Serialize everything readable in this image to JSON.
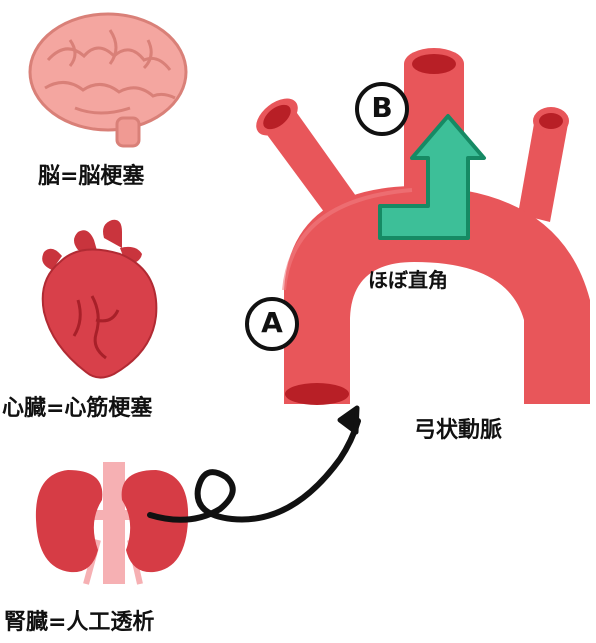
{
  "labels": {
    "brain": "脳=脳梗塞",
    "heart": "心臓=心筋梗塞",
    "kidney": "腎臓=人工透析",
    "aortic_arch": "弓状動脈",
    "right_angle": "ほぼ直角"
  },
  "markers": {
    "a": "A",
    "b": "B"
  },
  "colors": {
    "artery": "#e8565a",
    "artery_dark": "#c62f34",
    "artery_inner": "#b81f26",
    "brain": "#f4a6a0",
    "heart": "#d8404a",
    "kidney": "#d63c45",
    "arrow_green": "#3dbf98"
  }
}
